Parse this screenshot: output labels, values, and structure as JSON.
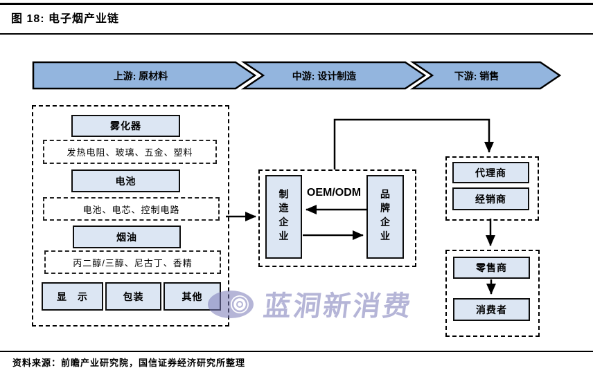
{
  "figure": {
    "title": "图 18: 电子烟产业链",
    "source": "资料来源：前瞻产业研究院，国信证券经济研究所整理"
  },
  "colors": {
    "band_fill": "#93b5de",
    "box_fill": "#dce6f3",
    "watermark": "#7a7ab8"
  },
  "band": {
    "stages": [
      {
        "label": "上游: 原材料"
      },
      {
        "label": "中游: 设计制造"
      },
      {
        "label": "下游: 销售"
      }
    ]
  },
  "upstream": {
    "groups": [
      {
        "title": "雾化器",
        "detail": "发热电阻、玻璃、五金、塑料"
      },
      {
        "title": "电池",
        "detail": "电池、电芯、控制电路"
      },
      {
        "title": "烟油",
        "detail": "丙二醇/三醇、尼古丁、香精"
      }
    ],
    "others": [
      "显　示",
      "包装",
      "其他"
    ]
  },
  "midstream": {
    "manufacturer": "制造企业",
    "brand": "品牌企业",
    "relation": "OEM/ODM"
  },
  "downstream": {
    "tier1": [
      "代理商",
      "经销商"
    ],
    "tier2": [
      "零售商",
      "消费者"
    ]
  },
  "watermark": {
    "text": "蓝洞新消费"
  }
}
